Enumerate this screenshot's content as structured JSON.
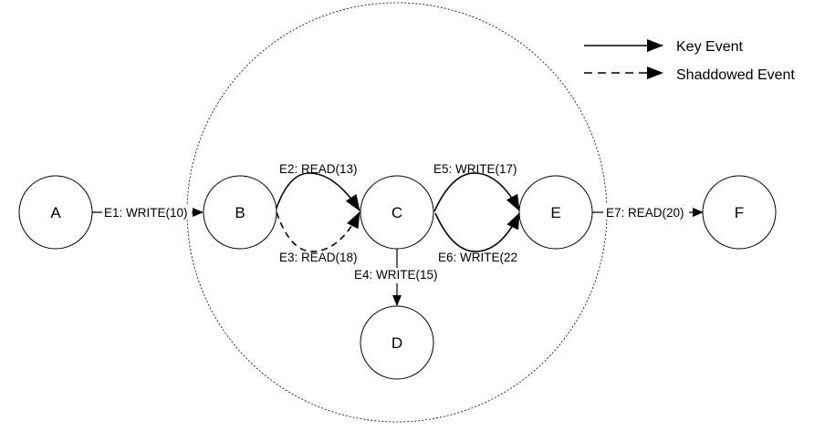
{
  "legend": {
    "key_event": "Key Event",
    "shadowed_event": "Shaddowed Event"
  },
  "nodes": {
    "A": "A",
    "B": "B",
    "C": "C",
    "D": "D",
    "E": "E",
    "F": "F"
  },
  "edges": {
    "e1": "E1: WRITE(10)",
    "e2": "E2: READ(13)",
    "e3": "E3: READ(18)",
    "e4": "E4: WRITE(15)",
    "e5": "E5: WRITE(17)",
    "e6": "E6: WRITE(22",
    "e7": "E7: READ(20)"
  },
  "colors": {
    "stroke": "#000000",
    "background": "#ffffff"
  }
}
